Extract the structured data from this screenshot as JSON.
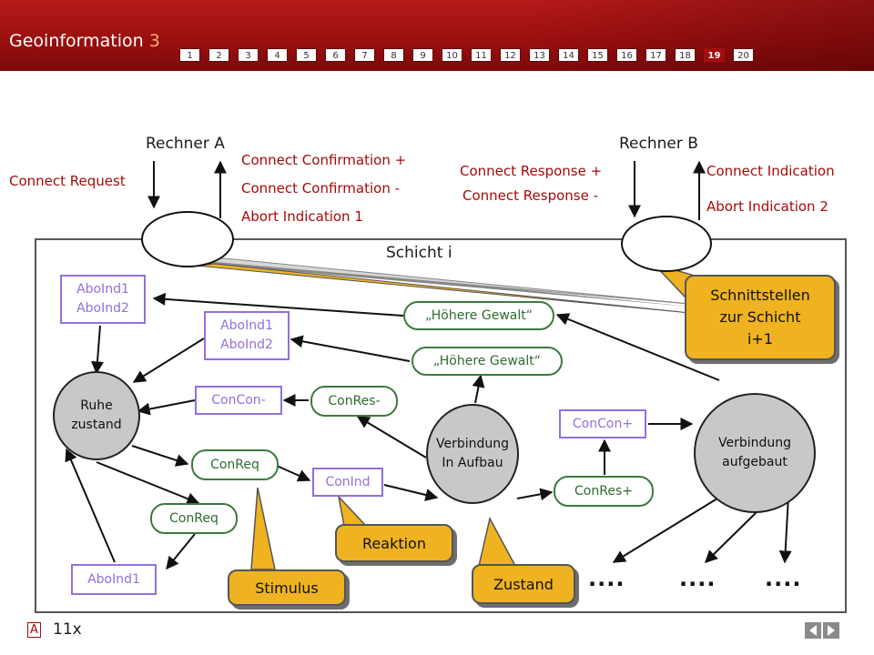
{
  "header": {
    "course_title": "Geoinformation",
    "course_number": "3",
    "pages": [
      "1",
      "2",
      "3",
      "4",
      "5",
      "6",
      "7",
      "8",
      "9",
      "10",
      "11",
      "12",
      "13",
      "14",
      "15",
      "16",
      "17",
      "18",
      "19",
      "20"
    ],
    "current_page": "19"
  },
  "diagram": {
    "rechner_a": "Rechner A",
    "rechner_b": "Rechner B",
    "connect_request": "Connect Request",
    "conf_plus": "Connect Confirmation +",
    "conf_minus": "Connect Confirmation -",
    "abort_ind_1": "Abort Indication 1",
    "response_plus": "Connect Response +",
    "response_minus": "Connect Response -",
    "connect_indication": "Connect Indication",
    "abort_ind_2": "Abort Indication 2",
    "schicht": "Schicht i",
    "states": {
      "ruhe": [
        "Ruhe",
        "zustand"
      ],
      "aufbau": [
        "Verbindung",
        "In Aufbau"
      ],
      "aufgebaut": [
        "Verbindung",
        "aufgebaut"
      ]
    },
    "purple": {
      "aboind_top_1": "AboInd1",
      "aboind_top_2": "AboInd2",
      "aboind_mid_1": "AboInd1",
      "aboind_mid_2": "AboInd2",
      "concon_minus": "ConCon-",
      "concon_plus": "ConCon+",
      "conind": "ConInd",
      "aboind_bottom": "AboInd1"
    },
    "green": {
      "gewalt_1": "„Höhere Gewalt“",
      "gewalt_2": "„Höhere Gewalt“",
      "conres_minus": "ConRes-",
      "conreq_1": "ConReq",
      "conreq_2": "ConReq",
      "conres_plus": "ConRes+"
    },
    "callouts": {
      "schnittstellen": [
        "Schnittstellen",
        "zur Schicht",
        "i+1"
      ],
      "reaktion": "Reaktion",
      "stimulus": "Stimulus",
      "zustand": "Zustand"
    },
    "dots": "...."
  },
  "footer": {
    "marker": "A",
    "count": "11x"
  },
  "colors": {
    "header_red": "#a40d0d",
    "purple": "#9370db",
    "green": "#3c7a3c",
    "callout_gold": "#efb321"
  }
}
